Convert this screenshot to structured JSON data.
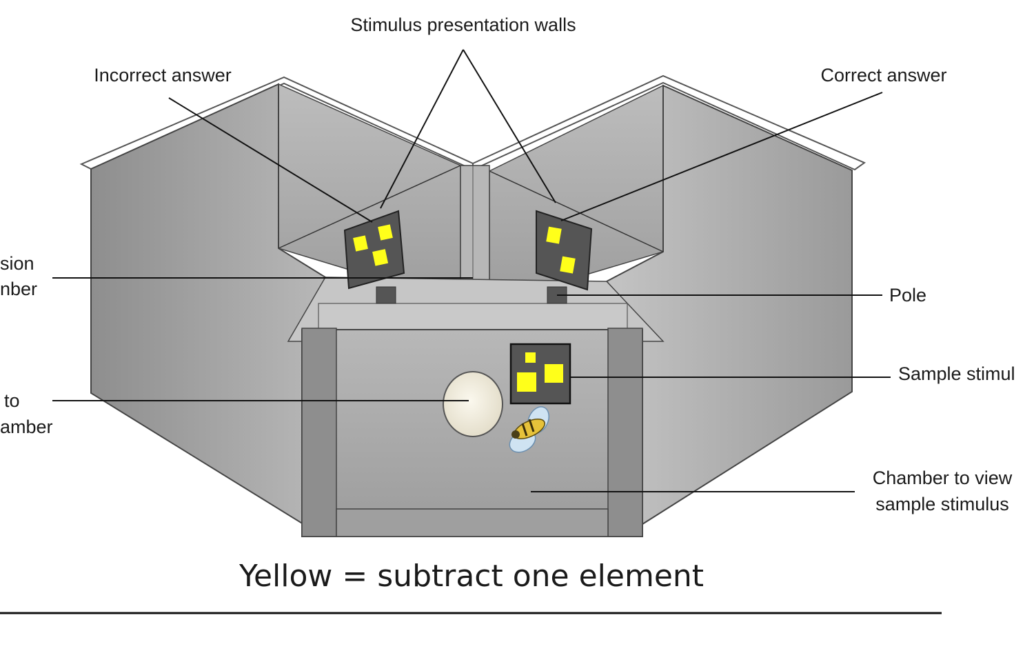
{
  "labels": {
    "stimulus_walls": "Stimulus presentation walls",
    "incorrect": "Incorrect answer",
    "correct": "Correct answer",
    "decision_line1": "sion",
    "decision_line2": "nber",
    "pole": "Pole",
    "sample": "Sample stimul",
    "entrance_line1": "to",
    "entrance_line2": "amber",
    "view_line1": "Chamber to view",
    "view_line2": "sample stimulus"
  },
  "caption": "Yellow = subtract one element",
  "colors": {
    "wall_dark": "#9a9a9a",
    "wall_mid": "#b4b4b4",
    "wall_light": "#cfcfcf",
    "stimulus_bg": "#555555",
    "stimulus_square": "#ffff1a",
    "hole": "#efeadb"
  }
}
